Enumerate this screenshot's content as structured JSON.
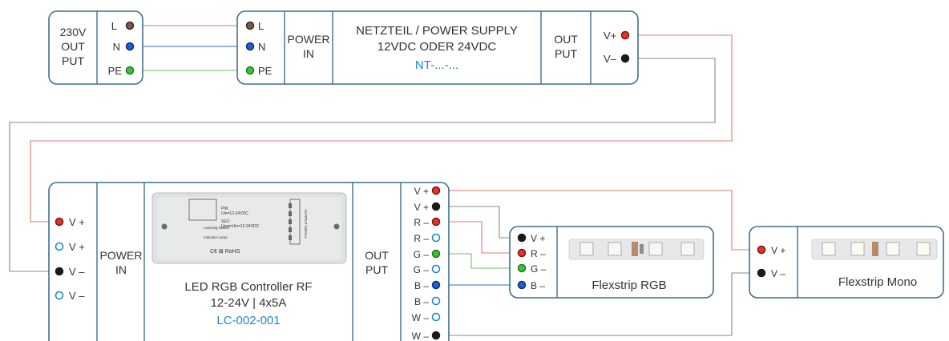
{
  "supply230": {
    "line1": "230V",
    "line2": "OUT",
    "line3": "PUT",
    "pins": [
      "L",
      "N",
      "PE"
    ]
  },
  "psu": {
    "in_pins": [
      "L",
      "N",
      "PE"
    ],
    "power_in": [
      "POWER",
      "IN"
    ],
    "title1": "NETZTEIL / POWER SUPPLY",
    "title2": "12VDC ODER 24VDC",
    "model": "NT-...-...",
    "out_put": [
      "OUT",
      "PUT"
    ],
    "out_pins": [
      "V+",
      "V–"
    ]
  },
  "controller": {
    "in_pins": [
      "V +",
      "V +",
      "V –",
      "V –"
    ],
    "power_in": [
      "POWER",
      "IN"
    ],
    "title1": "LED RGB Controller RF",
    "title2": "12-24V | 4x5A",
    "model": "LC-002-001",
    "out_put": [
      "OUT",
      "PUT"
    ],
    "out_pins": [
      "V +",
      "V +",
      "R –",
      "R –",
      "G –",
      "G –",
      "B –",
      "B –",
      "W –",
      "W –"
    ]
  },
  "rgb_strip": {
    "pins": [
      "V +",
      "R –",
      "G –",
      "B –"
    ],
    "label": "Flexstrip RGB"
  },
  "mono_strip": {
    "pins": [
      "V +",
      "V –"
    ],
    "label": "Flexstrip Mono"
  },
  "device_print": {
    "pin": "PIN:",
    "uin": "Uin=12-24VDC",
    "sec": "SEC:",
    "uout": "Uout=Uin=12-24VDC",
    "learning": "Learning Switch",
    "indicator": "Indicator Lamp",
    "ce": "C€ ⊠ RoHS",
    "output": "OUTPUT SIGNAL"
  },
  "colors": {
    "box": "#3f6f8f",
    "red": "#e8312c",
    "green": "#3fbf3a",
    "blue": "#1f5fd8",
    "dark": "#1a1a1a",
    "brown": "#7a5a4a",
    "wire_red": "#e07a6e",
    "wire_grey": "#8a8a8a"
  }
}
